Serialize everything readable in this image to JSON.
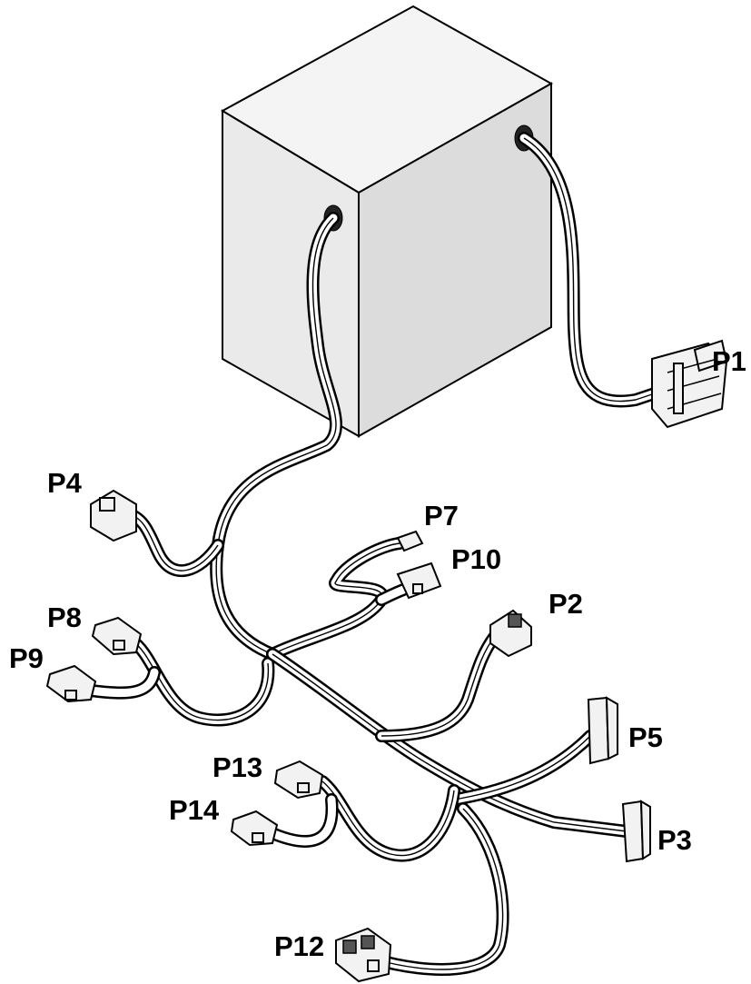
{
  "labels": {
    "p1": "P1",
    "p2": "P2",
    "p3": "P3",
    "p4": "P4",
    "p5": "P5",
    "p7": "P7",
    "p8": "P8",
    "p9": "P9",
    "p10": "P10",
    "p12": "P12",
    "p13": "P13",
    "p14": "P14"
  }
}
